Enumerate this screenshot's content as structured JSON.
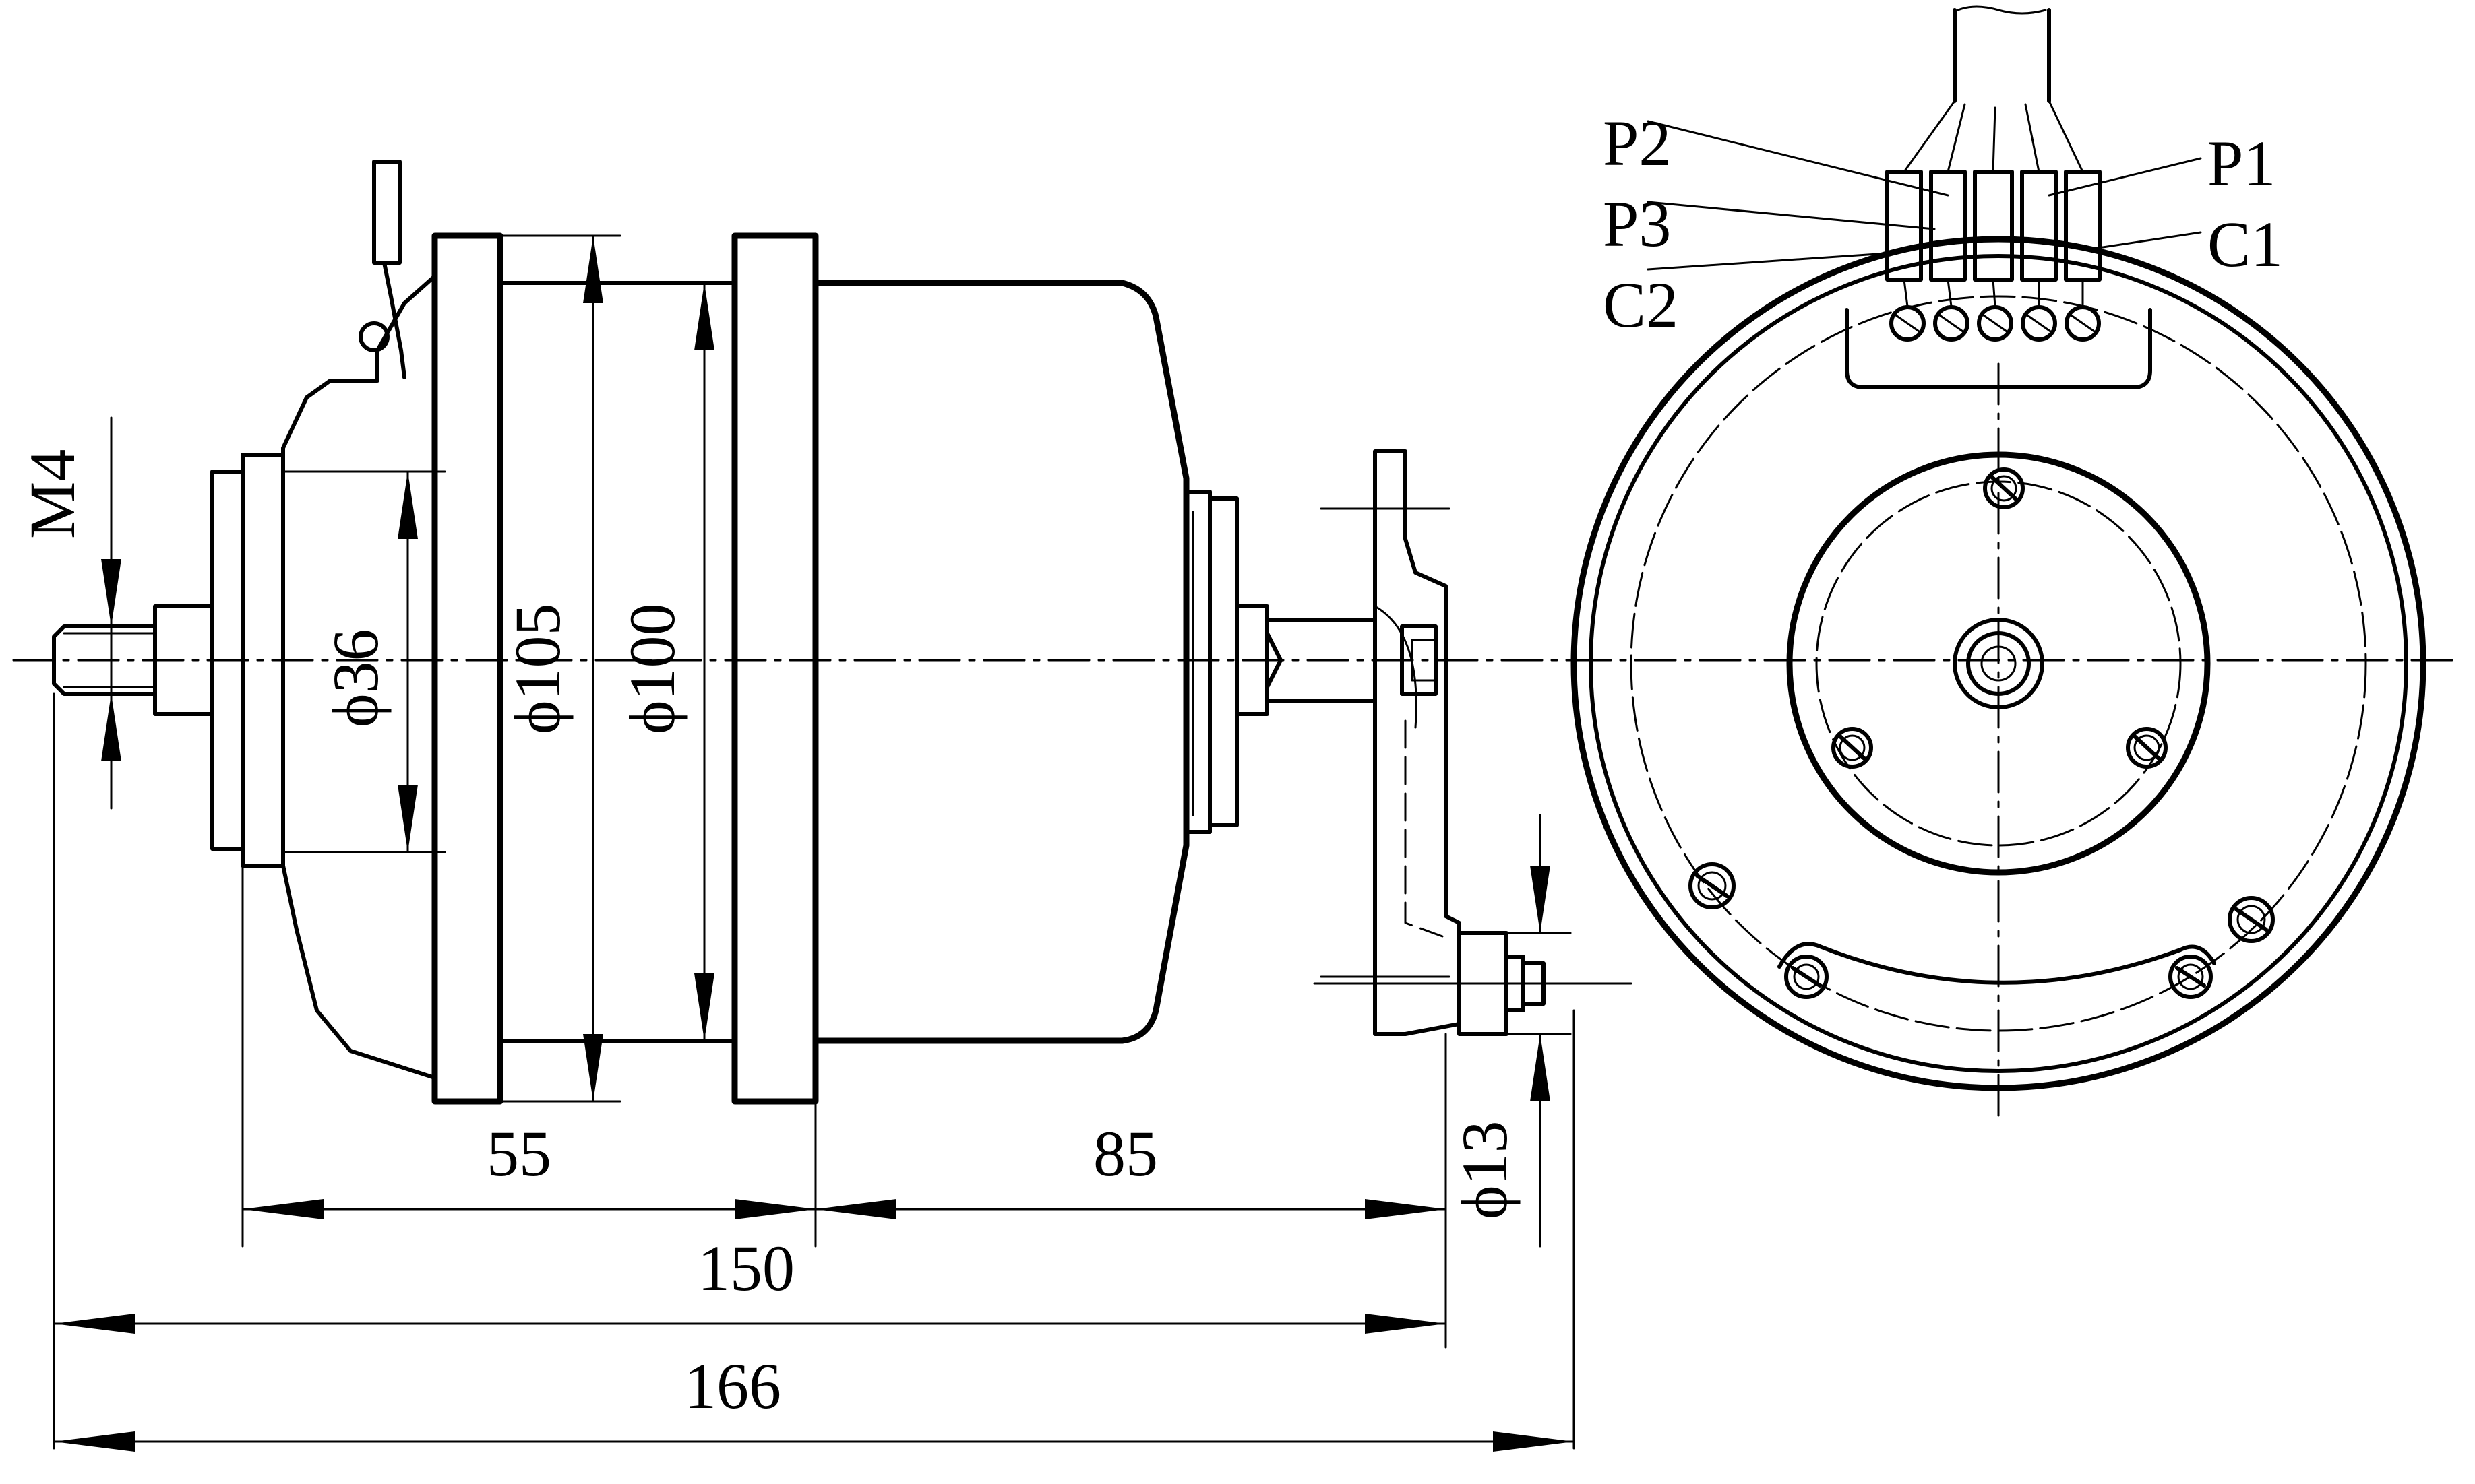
{
  "labels": {
    "m4": "M4",
    "d36": "ϕ36",
    "d105": "ϕ105",
    "d100": "ϕ100",
    "d13": "ϕ13",
    "dim55": "55",
    "dim85": "85",
    "dim150": "150",
    "dim166": "166",
    "p1": "P1",
    "p2": "P2",
    "p3": "P3",
    "c1": "C1",
    "c2": "C2"
  }
}
